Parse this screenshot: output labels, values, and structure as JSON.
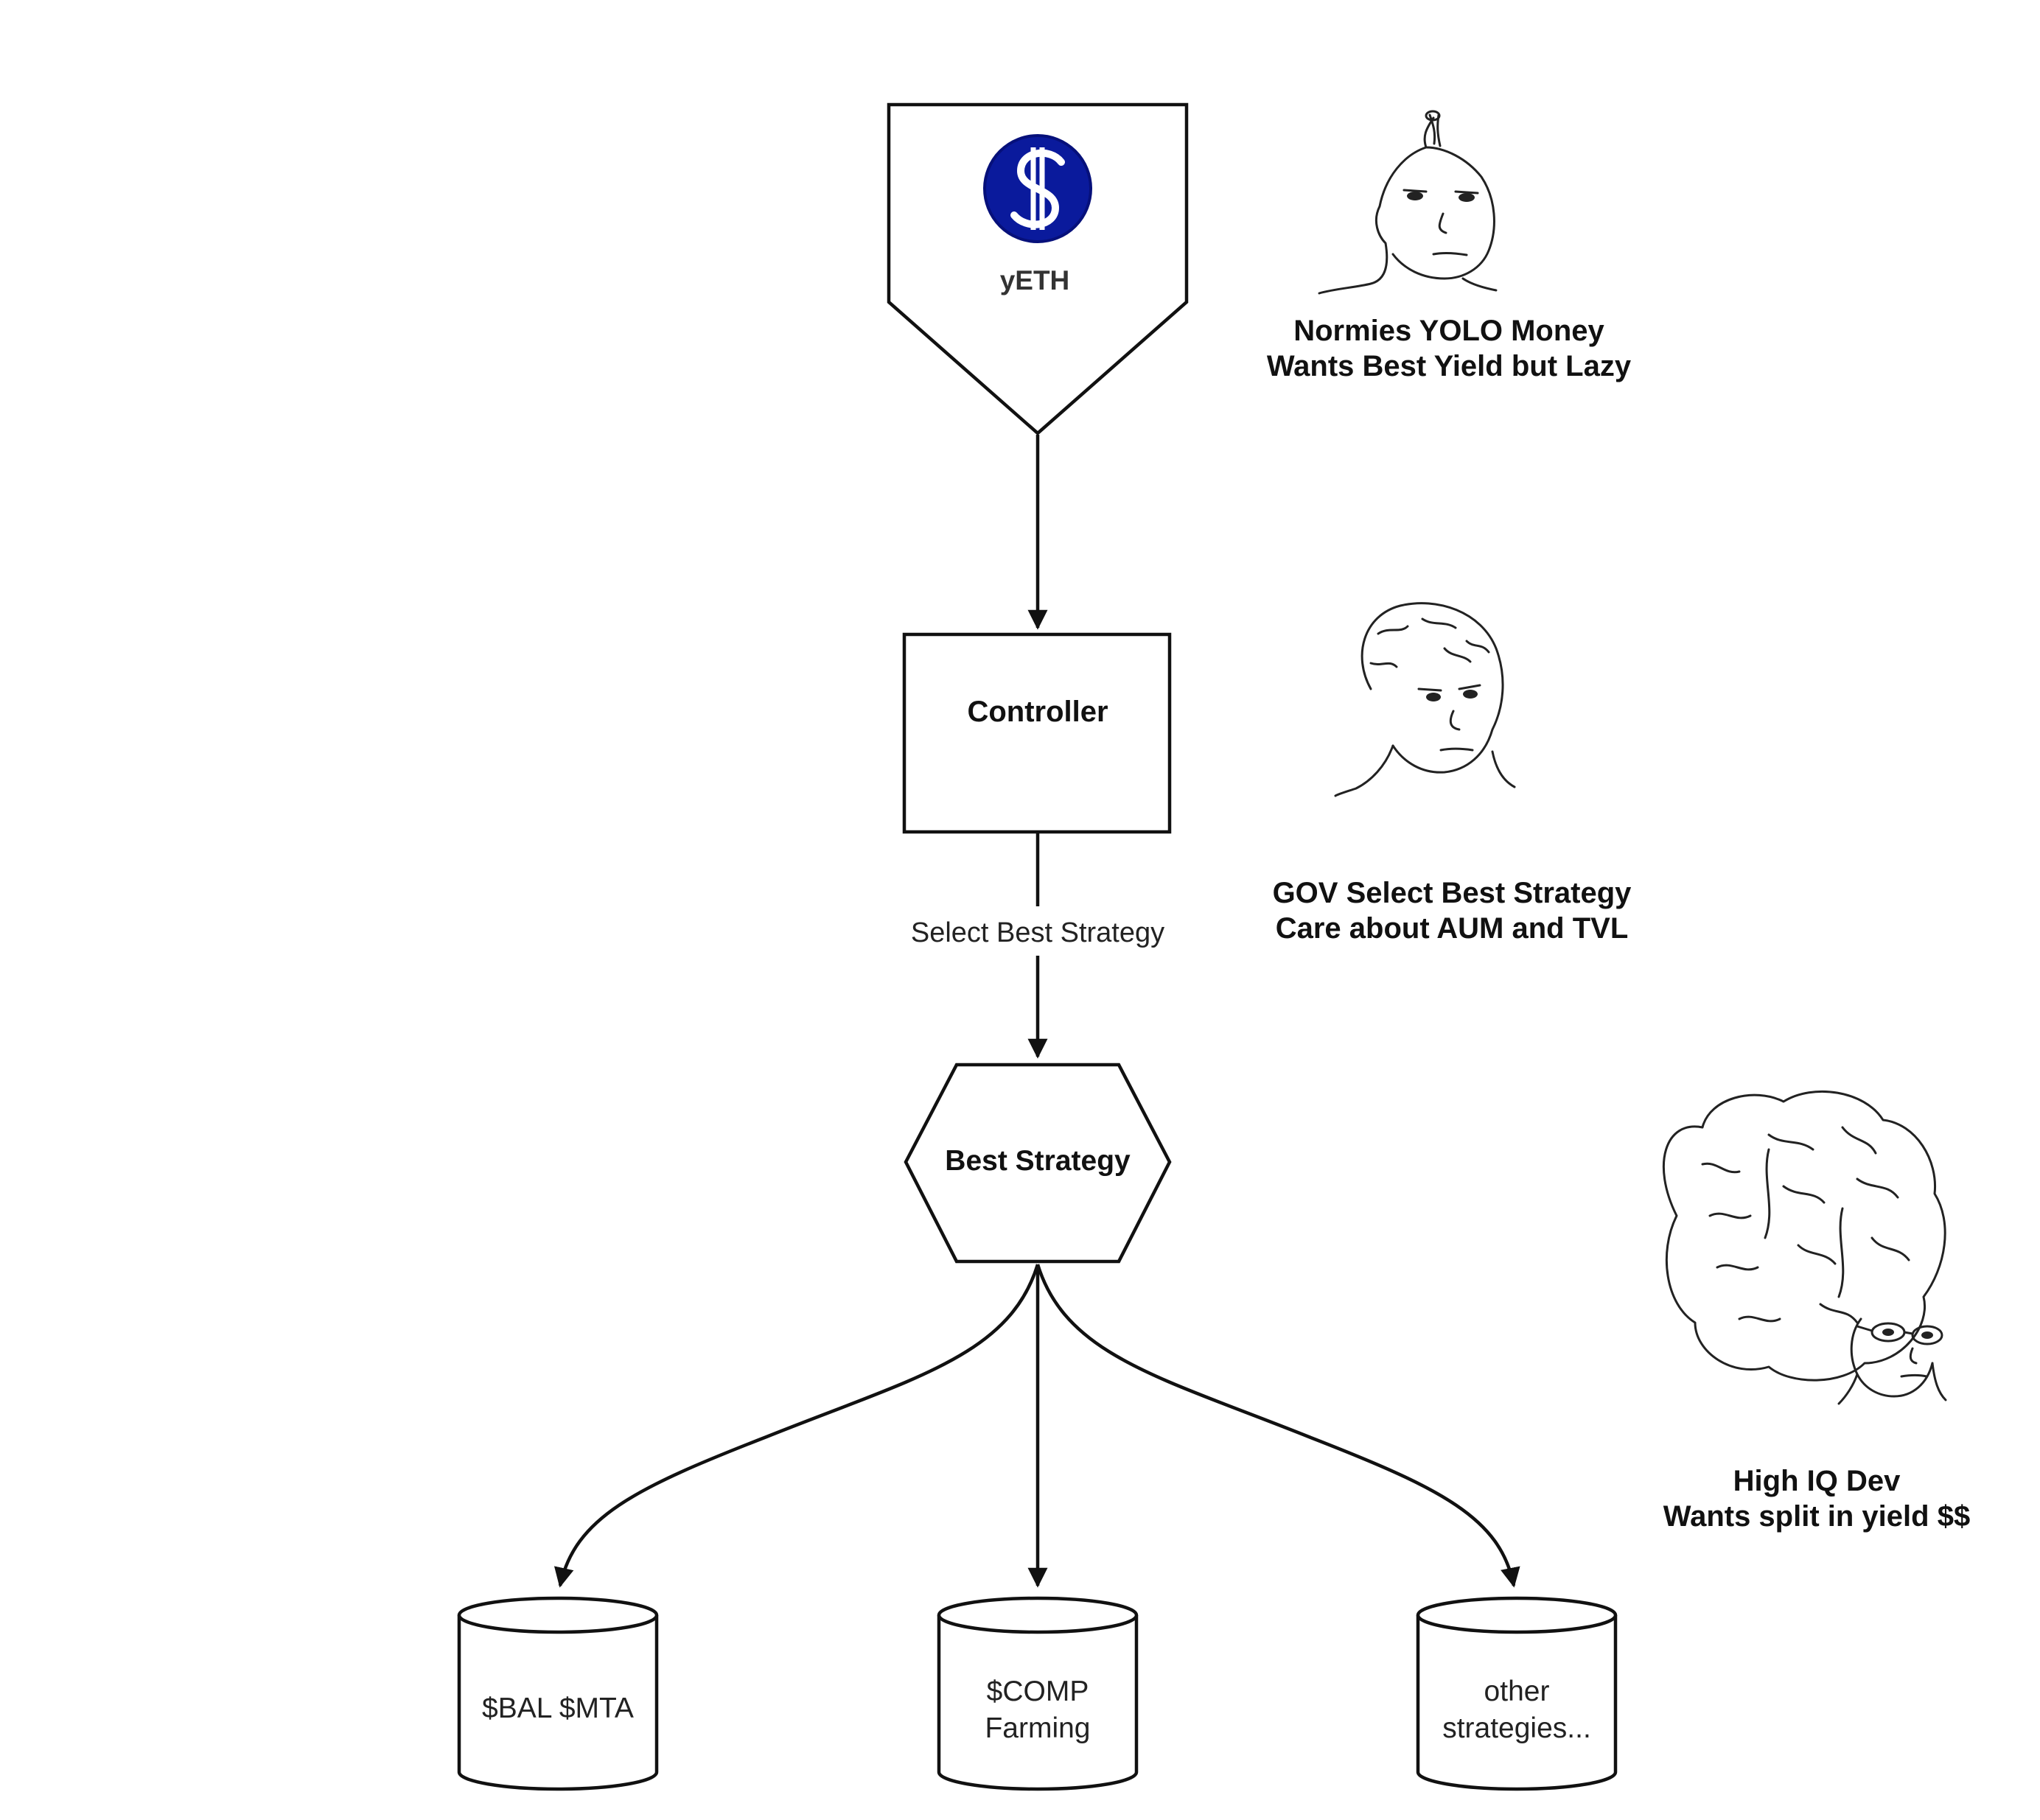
{
  "nodes": {
    "yeth": {
      "label": "yETH",
      "icon": "yearn-logo-icon"
    },
    "controller": {
      "label": "Controller"
    },
    "best_strategy": {
      "label": "Best Strategy"
    },
    "strategies": [
      {
        "lines": [
          "$BAL $MTA"
        ]
      },
      {
        "lines": [
          "$COMP",
          "Farming"
        ]
      },
      {
        "lines": [
          "other",
          "strategies..."
        ]
      }
    ]
  },
  "edges": {
    "controller_to_strategy_label": "Select Best Strategy"
  },
  "annotations": {
    "normie": {
      "lines": [
        "Normies YOLO Money",
        "Wants Best Yield but Lazy"
      ],
      "icon": "wojak-small-brain-icon"
    },
    "gov": {
      "lines": [
        "GOV Select Best Strategy",
        "Care about AUM and TVL"
      ],
      "icon": "wojak-normal-brain-icon"
    },
    "dev": {
      "lines": [
        "High IQ Dev",
        "Wants split in yield $$"
      ],
      "icon": "wojak-big-brain-icon"
    }
  },
  "colors": {
    "logo_blue": "#0a1a9c",
    "stroke": "#111111",
    "logo_label": "#333333"
  }
}
